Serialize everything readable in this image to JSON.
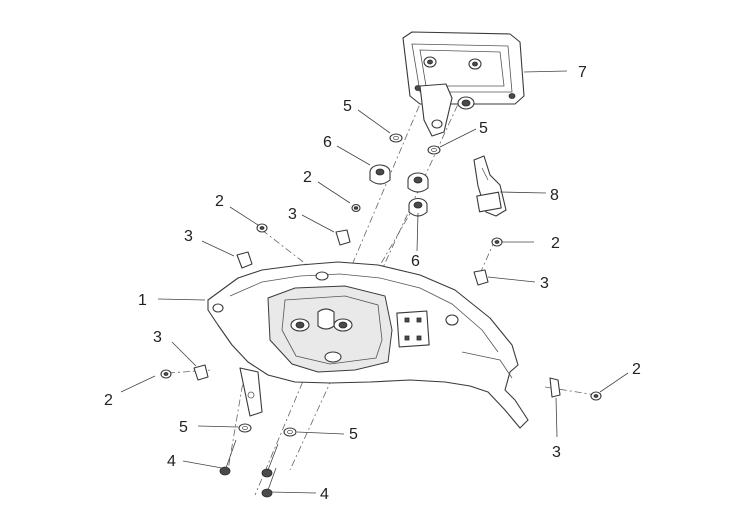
{
  "callouts": [
    {
      "id": "c1",
      "text": "1"
    },
    {
      "id": "c2a",
      "text": "2"
    },
    {
      "id": "c2b",
      "text": "2"
    },
    {
      "id": "c2c",
      "text": "2"
    },
    {
      "id": "c2d",
      "text": "2"
    },
    {
      "id": "c2e",
      "text": "2"
    },
    {
      "id": "c3a",
      "text": "3"
    },
    {
      "id": "c3b",
      "text": "3"
    },
    {
      "id": "c3c",
      "text": "3"
    },
    {
      "id": "c3d",
      "text": "3"
    },
    {
      "id": "c3e",
      "text": "3"
    },
    {
      "id": "c4a",
      "text": "4"
    },
    {
      "id": "c4b",
      "text": "4"
    },
    {
      "id": "c5a",
      "text": "5"
    },
    {
      "id": "c5b",
      "text": "5"
    },
    {
      "id": "c5c",
      "text": "5"
    },
    {
      "id": "c5d",
      "text": "5"
    },
    {
      "id": "c6a",
      "text": "6"
    },
    {
      "id": "c6b",
      "text": "6"
    },
    {
      "id": "c7",
      "text": "7"
    },
    {
      "id": "c8",
      "text": "8"
    }
  ]
}
